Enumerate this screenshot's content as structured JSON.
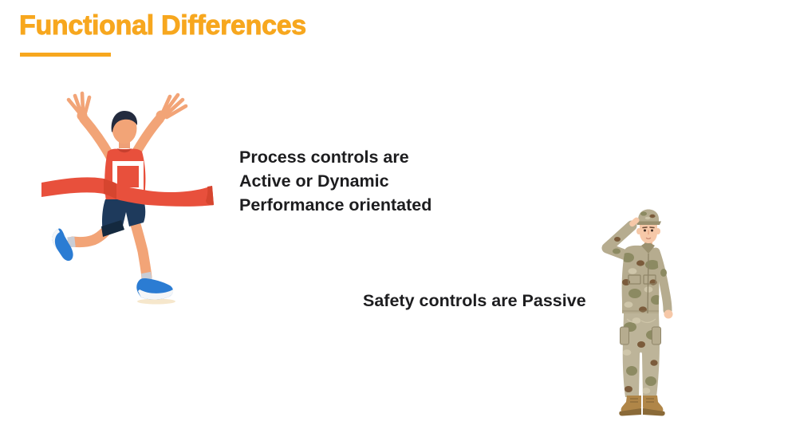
{
  "slide": {
    "title": "Functional Differences",
    "captions": {
      "process": {
        "lines": [
          "Process controls are",
          "Active or Dynamic",
          "Performance orientated"
        ]
      },
      "safety": {
        "text": "Safety controls are Passive"
      }
    },
    "illustrations": {
      "runner": "runner-crossing-finish-line-illustration",
      "soldier": "saluting-soldier-illustration"
    },
    "theme": {
      "accent": "#F7A71E",
      "text": "#1D1D1F",
      "background": "#FFFFFF"
    }
  }
}
